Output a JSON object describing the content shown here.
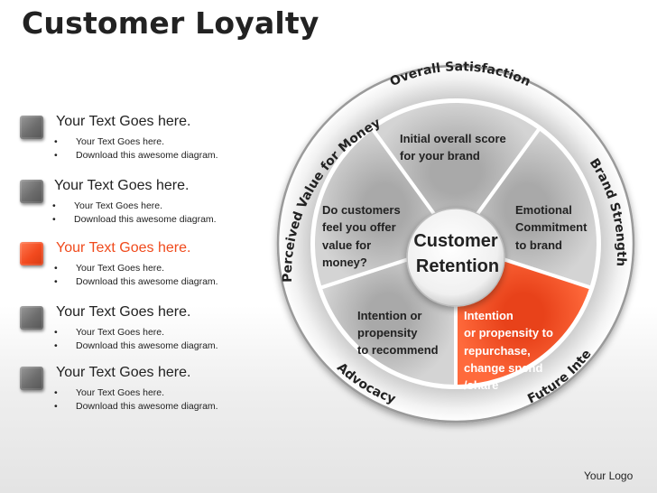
{
  "title": "Customer Loyalty",
  "side_items": [
    {
      "heading": "Your Text Goes here.",
      "bullets": [
        "Your Text Goes here.",
        "Download this awesome diagram."
      ],
      "highlight": false
    },
    {
      "heading": "Your Text Goes here.",
      "bullets": [
        "Your Text Goes here.",
        "Download this awesome diagram."
      ],
      "highlight": false
    },
    {
      "heading": "Your Text Goes here.",
      "bullets": [
        "Your Text Goes here.",
        "Download this awesome diagram."
      ],
      "highlight": true
    },
    {
      "heading": "Your Text Goes here.",
      "bullets": [
        "Your Text Goes here.",
        "Download this awesome diagram."
      ],
      "highlight": false
    },
    {
      "heading": "Your Text Goes here.",
      "bullets": [
        "Your Text Goes here.",
        "Download this awesome diagram."
      ],
      "highlight": false
    }
  ],
  "bullet_symbol": "•",
  "diagram": {
    "center": [
      "Customer",
      "Retention"
    ],
    "segments": [
      {
        "lines": [
          "Initial overall score",
          "for your brand"
        ],
        "highlight": false
      },
      {
        "lines": [
          "Emotional",
          "Commitment",
          "to brand"
        ],
        "highlight": false
      },
      {
        "lines": [
          "Intention",
          "or propensity to",
          "repurchase,",
          "change spend",
          "/share"
        ],
        "highlight": true
      },
      {
        "lines": [
          "Intention or",
          "propensity",
          "to recommend"
        ],
        "highlight": false
      },
      {
        "lines": [
          "Do customers",
          "feel you offer",
          "value for",
          "money?"
        ],
        "highlight": false
      }
    ],
    "ring_labels": [
      "Overall Satisfaction",
      "Brand Strength",
      "Future Inte",
      "Advocacy",
      "Perceived Value for Money"
    ]
  },
  "colors": {
    "accent": "#f04a1c",
    "segment_gray": "#c4c4c4",
    "text": "#222222"
  },
  "logo": "Your Logo"
}
